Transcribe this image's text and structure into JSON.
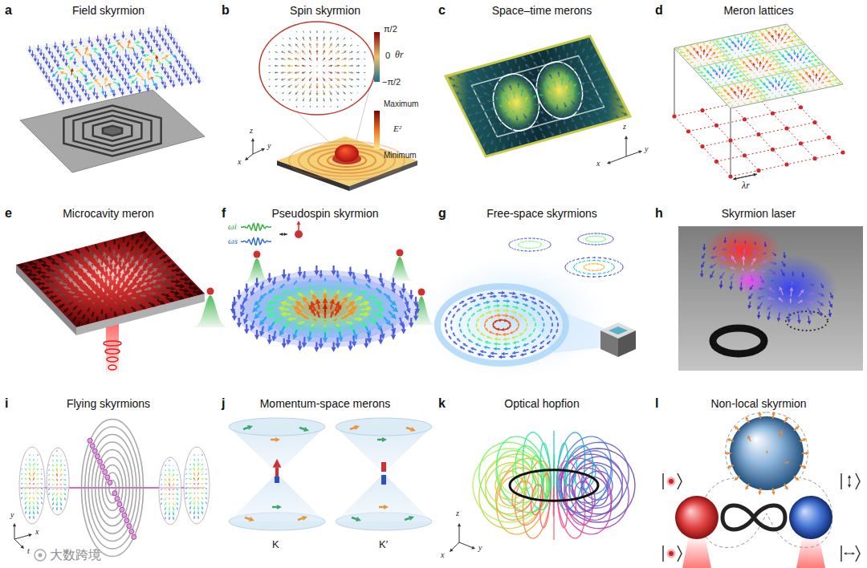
{
  "diagram": {
    "nodes": [
      {
        "text": [
          "a",
          "Field skyrmion"
        ]
      },
      {
        "text": [
          "b",
          "Spin skyrmion"
        ]
      },
      {
        "text": [
          "c",
          "Space–time merons"
        ]
      },
      {
        "text": [
          "d",
          "Meron lattices"
        ]
      },
      {
        "text": [
          "e",
          "Microcavity meron"
        ]
      },
      {
        "text": [
          "f",
          "Pseudospin skyrmion"
        ]
      },
      {
        "text": [
          "g",
          "Free-space skyrmions"
        ]
      },
      {
        "text": [
          "h",
          "Skyrmion laser"
        ]
      },
      {
        "text": [
          "i",
          "Flying skyrmions"
        ]
      },
      {
        "text": [
          "j",
          "Momentum-space merons"
        ]
      },
      {
        "text": [
          "k",
          "Optical hopfion"
        ]
      },
      {
        "text": [
          "l",
          "Non-local skyrmion"
        ]
      }
    ],
    "labels": [
      "π/2",
      "0",
      "−π/2",
      "θr",
      "Maximum",
      "E²",
      "Minimum",
      "z",
      "y",
      "x",
      "z",
      "x",
      "y",
      "λr",
      "ωi",
      "ωs",
      "y",
      "x",
      "t",
      "K",
      "K′",
      "z",
      "x",
      "y",
      "大数跨境"
    ]
  }
}
